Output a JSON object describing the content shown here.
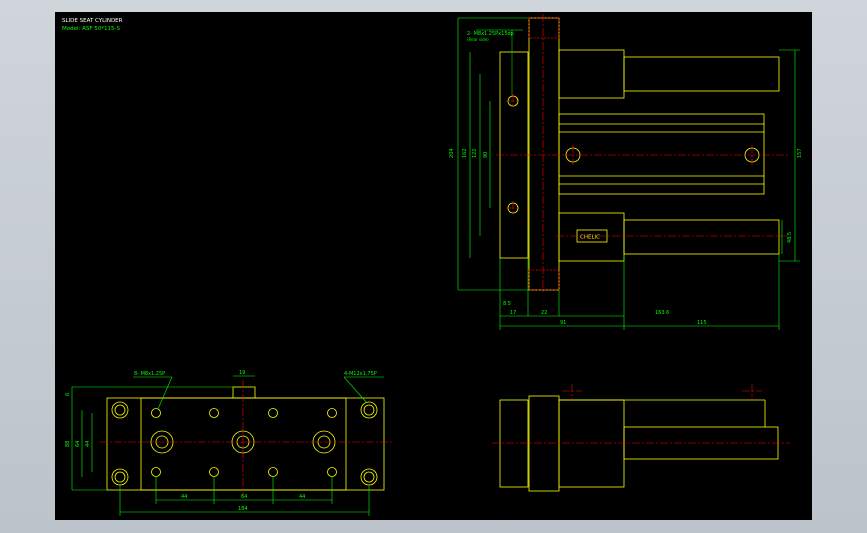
{
  "title_block": {
    "title": "SLIDE SEAT CYLINDER",
    "model": "Model: ASF 50*115-S"
  },
  "colors": {
    "background": "#000000",
    "frame": "#c6ccd2",
    "outline": "#ffff00",
    "dimension": "#00ff00",
    "centerline": "#ff0000",
    "title": "#ffffff",
    "hidden": "#ffffff"
  },
  "callouts": {
    "top_hole": "2- M8x1.25Px15dp",
    "top_hole_note": "(Rear side)",
    "front_tap": "8- M8x1.25P",
    "front_counterbore": "4-M12x1.75P",
    "brand_label": "CHELIC"
  },
  "dims_top": {
    "v204": "204",
    "v162": "162",
    "v122": "122",
    "v90": "90",
    "v157": "157",
    "v48_5": "48.5",
    "h8_5": "8.5",
    "h17": "17",
    "h22": "22",
    "h91": "91",
    "h163_6": "163.6",
    "h115": "115"
  },
  "dims_front": {
    "h19": "19",
    "v6": "6",
    "v88": "88",
    "v64": "64",
    "v44": "44",
    "h44a": "44",
    "h64": "64",
    "h44b": "44",
    "h184": "184"
  }
}
